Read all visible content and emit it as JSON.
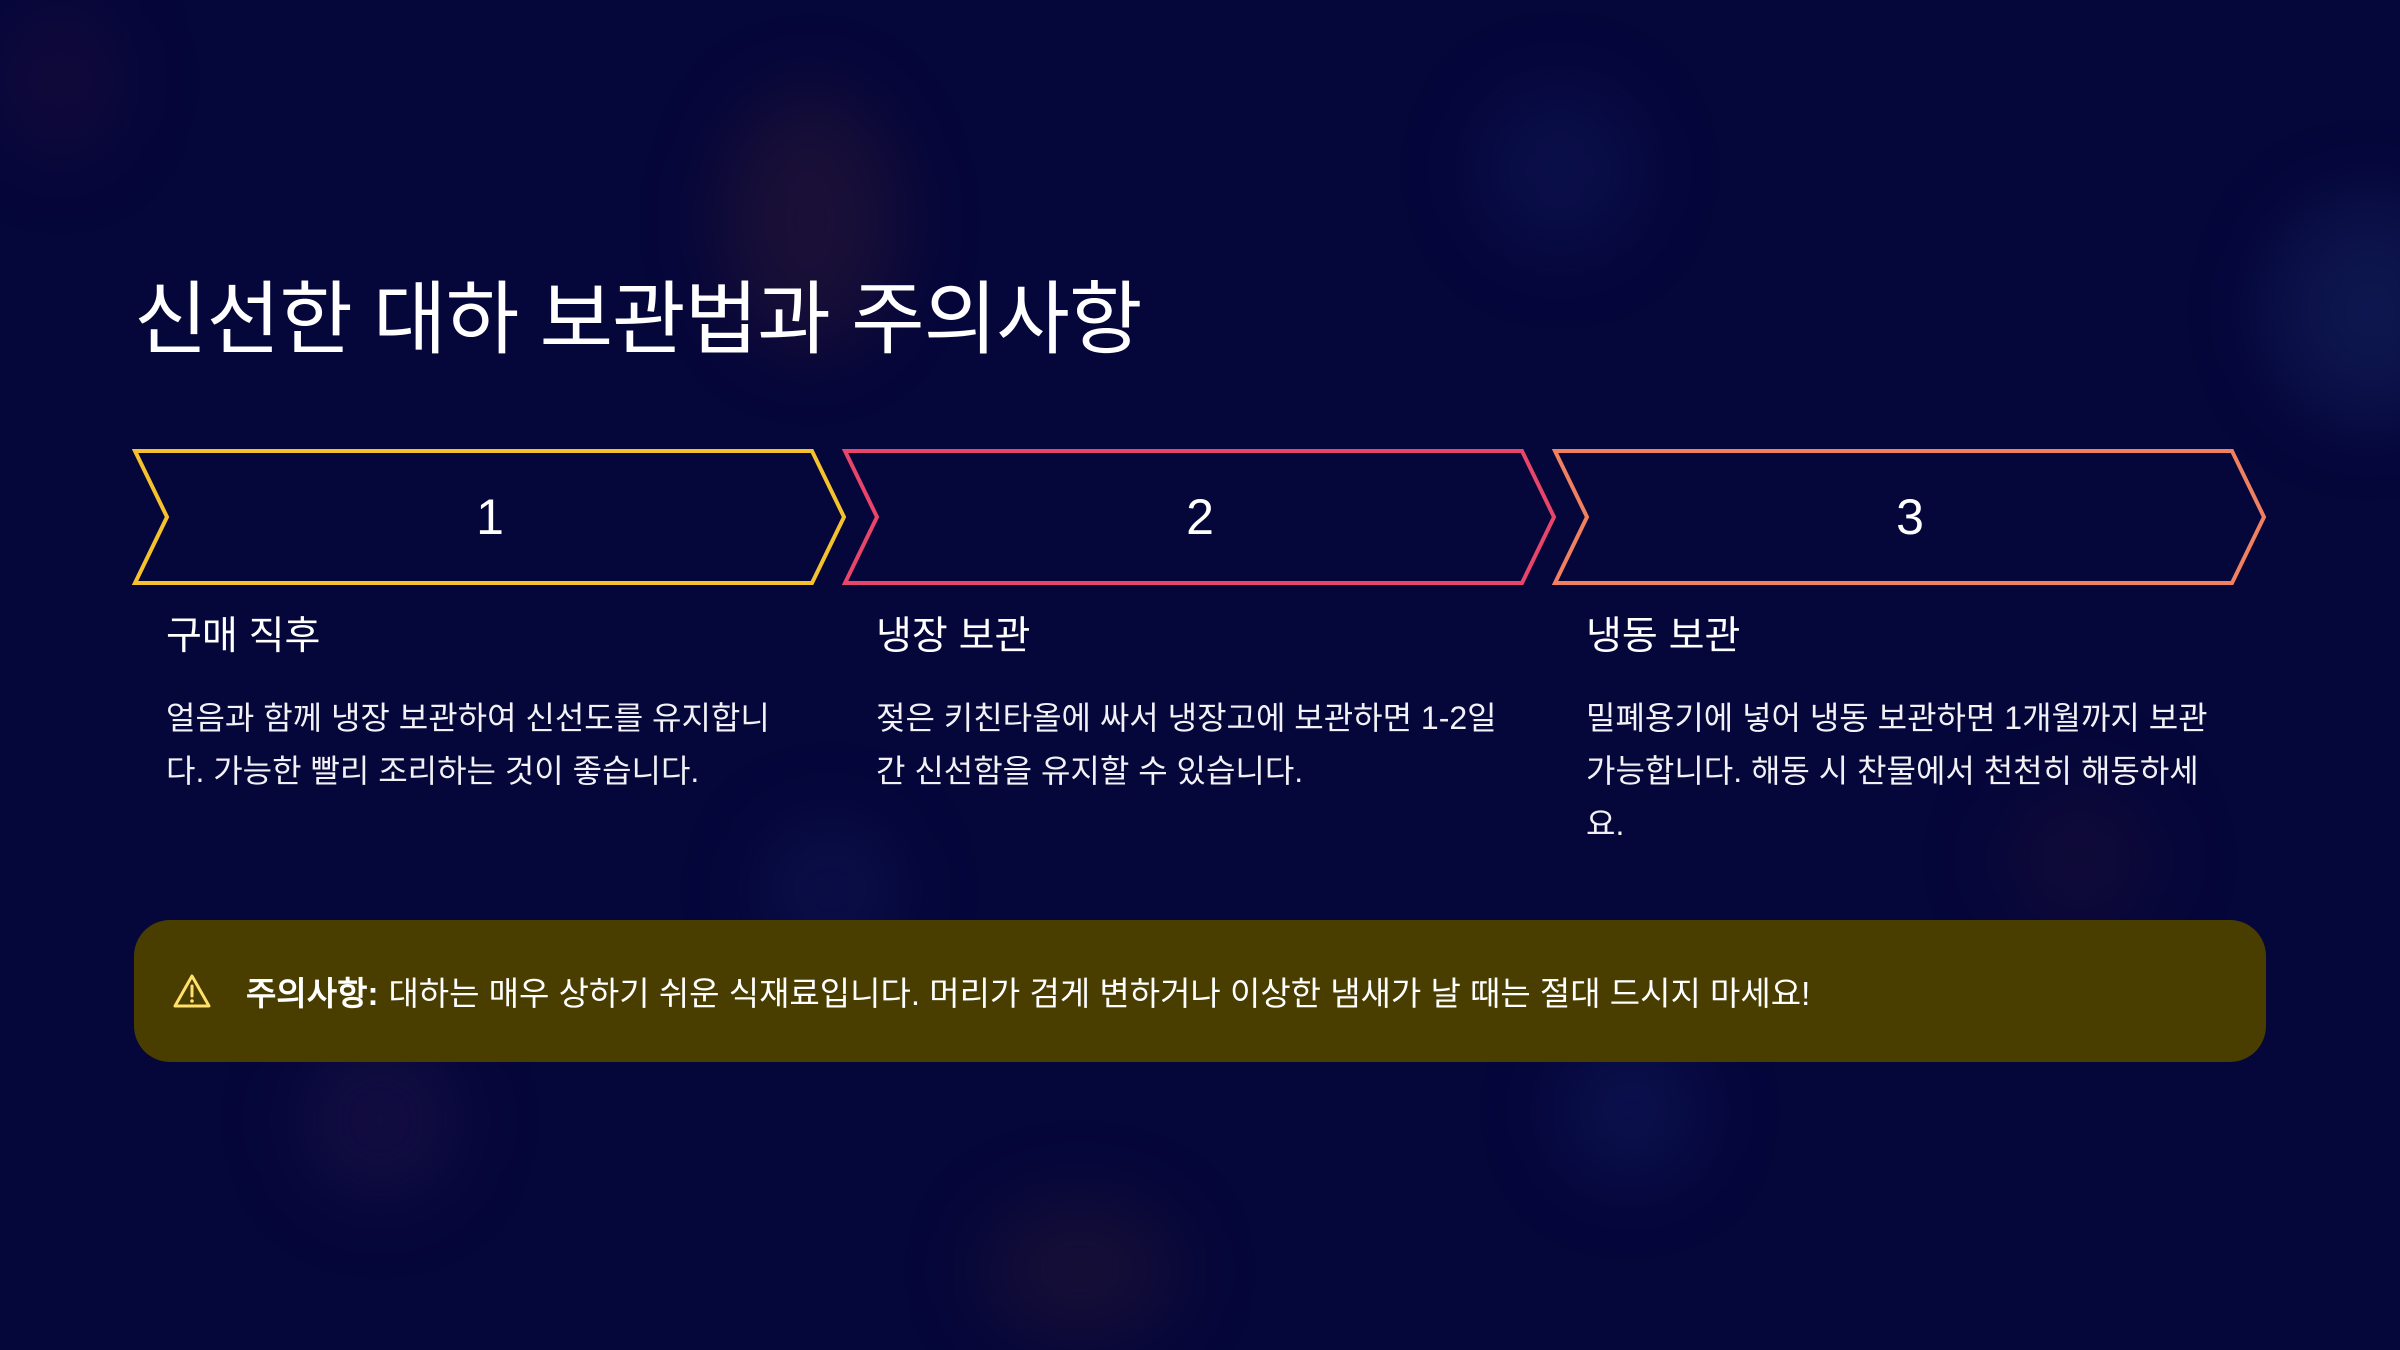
{
  "title": "신선한 대하 보관법과 주의사항",
  "steps": [
    {
      "number": "1",
      "heading": "구매 직후",
      "text": "얼음과 함께 냉장 보관하여 신선도를 유지합니다. 가능한 빨리 조리하는 것이 좋습니다.",
      "color": "#f5c22e"
    },
    {
      "number": "2",
      "heading": "냉장 보관",
      "text": "젖은 키친타올에 싸서 냉장고에 보관하면 1-2일간 신선함을 유지할 수 있습니다.",
      "color": "#e8456b"
    },
    {
      "number": "3",
      "heading": "냉동 보관",
      "text": "밀폐용기에 넣어 냉동 보관하면 1개월까지 보관 가능합니다. 해동 시 찬물에서 천천히 해동하세요.",
      "color": "#f08060"
    }
  ],
  "warning": {
    "label": "주의사항:",
    "text": "대하는 매우 상하기 쉬운 식재료입니다. 머리가 검게 변하거나 이상한 냄새가 날 때는 절대 드시지 마세요!",
    "icon": "warning-triangle-icon",
    "background": "#4a3d00"
  },
  "colors": {
    "background": "#05063a",
    "text": "#ffffff"
  }
}
